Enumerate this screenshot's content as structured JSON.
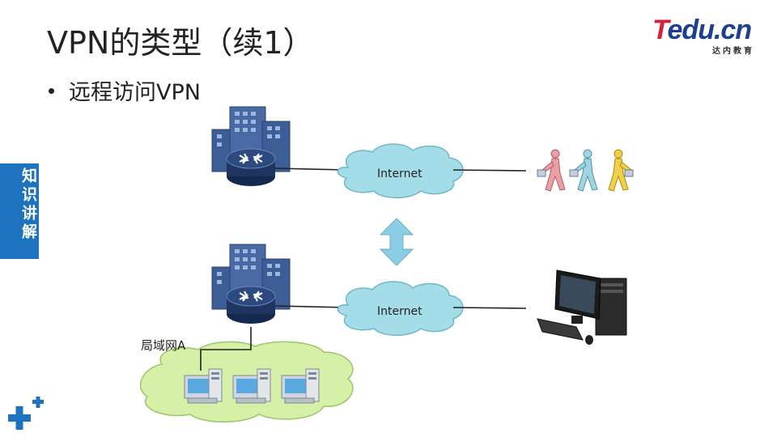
{
  "slide": {
    "title": "VPN的类型（续1）",
    "bullet": "远程访问VPN"
  },
  "logo": {
    "main_first": "T",
    "main_rest": "edu.cn",
    "sub": "达内教育"
  },
  "side_tab": {
    "text": "知识讲解"
  },
  "diagram": {
    "top_cloud_label": "Internet",
    "bottom_cloud_label": "Internet",
    "lan_label": "局域网A"
  },
  "colors": {
    "cloud_fill": "#a4dde8",
    "lan_fill": "#d6f0a8",
    "arrow_fill": "#8ccde6",
    "building": "#3d5d96",
    "router": "#1f3561",
    "tab": "#1e73be",
    "logo_red": "#d81e3a",
    "logo_blue": "#1c3f8f"
  }
}
